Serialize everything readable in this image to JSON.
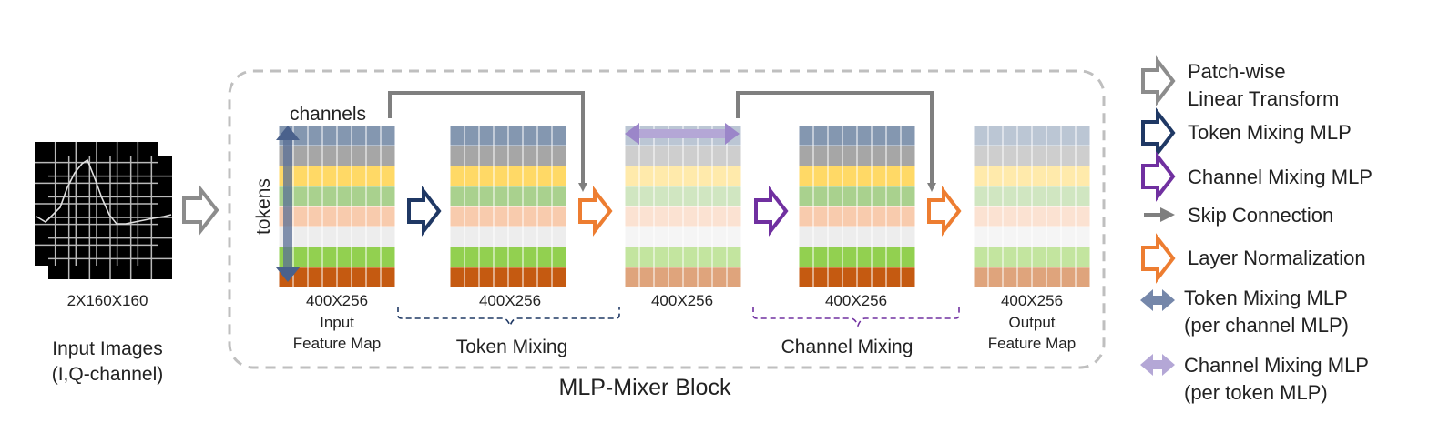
{
  "input": {
    "size_label": "2X160X160",
    "title_line1": "Input Images",
    "title_line2": "(I,Q-channel)"
  },
  "block": {
    "title": "MLP-Mixer Block",
    "channels_label": "channels",
    "tokens_label": "tokens"
  },
  "maps": [
    {
      "id": "input-feature-map",
      "size": "400X256",
      "line2": "Input",
      "line3": "Feature Map"
    },
    {
      "id": "token-mixed-map",
      "size": "400X256",
      "line2": "",
      "line3": ""
    },
    {
      "id": "normalized-map",
      "size": "400X256",
      "line2": "",
      "line3": ""
    },
    {
      "id": "channel-mixed-map",
      "size": "400X256",
      "line2": "",
      "line3": ""
    },
    {
      "id": "output-feature-map",
      "size": "400X256",
      "line2": "Output",
      "line3": "Feature Map"
    }
  ],
  "stages": {
    "token_mixing": "Token Mixing",
    "channel_mixing": "Channel Mixing"
  },
  "row_colors": [
    "#8497b0",
    "#a6a6a6",
    "#ffd966",
    "#a9d18e",
    "#f8cbad",
    "#ededed",
    "#92d050",
    "#c55a11"
  ],
  "colors": {
    "patch_arrow": "#8c8c8c",
    "token_mlp": "#1f3864",
    "channel_mlp": "#7030a0",
    "skip": "#7f7f7f",
    "layer_norm": "#ed7d31",
    "token_double_arrow": "#5a6f95",
    "channel_double_arrow": "#b4a7d6"
  },
  "legend": [
    {
      "key": "patch",
      "icon": "hollow-arrow-gray",
      "line1": "Patch-wise",
      "line2": "Linear Transform"
    },
    {
      "key": "token",
      "icon": "hollow-arrow-navy",
      "line1": "Token Mixing MLP",
      "line2": ""
    },
    {
      "key": "channel",
      "icon": "hollow-arrow-purple",
      "line1": "Channel Mixing MLP",
      "line2": ""
    },
    {
      "key": "skip",
      "icon": "line-arrow-gray",
      "line1": "Skip Connection",
      "line2": ""
    },
    {
      "key": "norm",
      "icon": "hollow-arrow-orange",
      "line1": "Layer Normalization",
      "line2": ""
    },
    {
      "key": "token-pc",
      "icon": "double-arrow-blue",
      "line1": "Token Mixing MLP",
      "line2": "(per channel MLP)"
    },
    {
      "key": "channel-pt",
      "icon": "double-arrow-lavender",
      "line1": "Channel Mixing MLP",
      "line2": "(per token MLP)"
    }
  ]
}
